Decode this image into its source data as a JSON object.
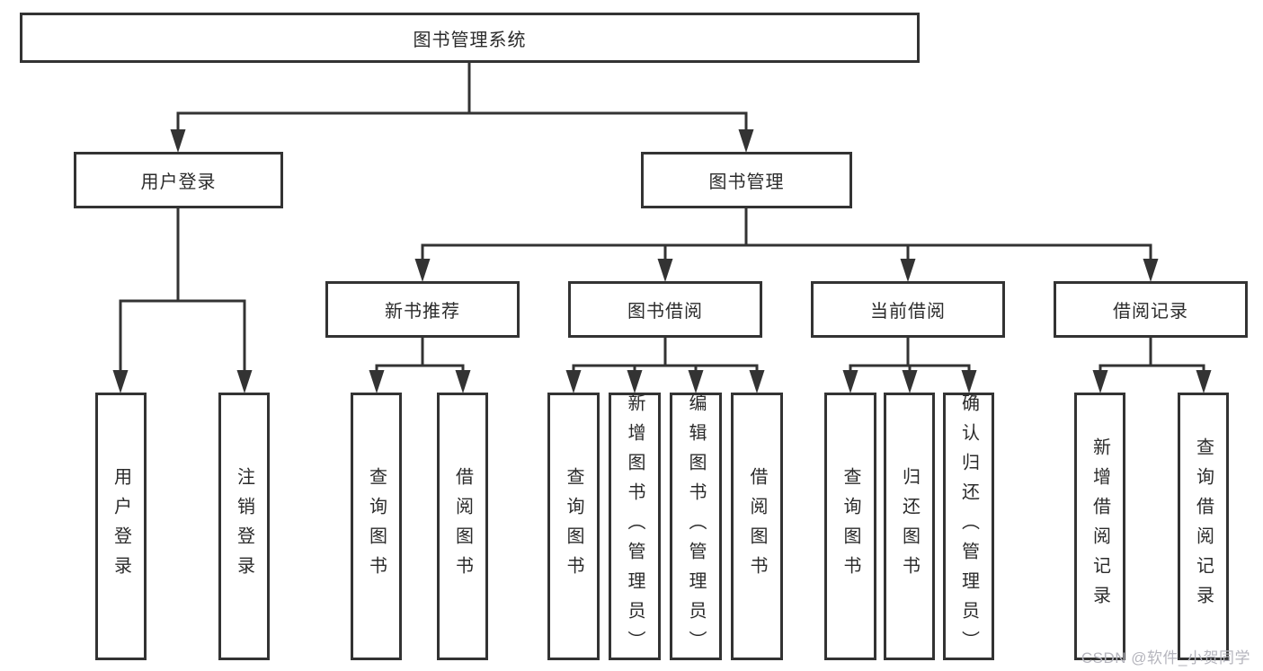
{
  "diagram": {
    "root": {
      "id": "root",
      "label": "图书管理系统",
      "children": [
        {
          "id": "user-login",
          "label": "用户登录",
          "children": [
            {
              "id": "ul-login",
              "label": "用户登录"
            },
            {
              "id": "ul-logout",
              "label": "注销登录"
            }
          ]
        },
        {
          "id": "book-mgmt",
          "label": "图书管理",
          "children": [
            {
              "id": "new-book-rec",
              "label": "新书推荐",
              "children": [
                {
                  "id": "nbr-query",
                  "label": "查询图书"
                },
                {
                  "id": "nbr-borrow",
                  "label": "借阅图书"
                }
              ]
            },
            {
              "id": "book-borrow",
              "label": "图书借阅",
              "children": [
                {
                  "id": "bb-query",
                  "label": "查询图书"
                },
                {
                  "id": "bb-add",
                  "label": "新增图书（管理员）"
                },
                {
                  "id": "bb-edit",
                  "label": "编辑图书（管理员）"
                },
                {
                  "id": "bb-borrow",
                  "label": "借阅图书"
                }
              ]
            },
            {
              "id": "current-borrow",
              "label": "当前借阅",
              "children": [
                {
                  "id": "cb-query",
                  "label": "查询图书"
                },
                {
                  "id": "cb-return",
                  "label": "归还图书"
                },
                {
                  "id": "cb-confirm",
                  "label": "确认归还（管理员）"
                }
              ]
            },
            {
              "id": "borrow-records",
              "label": "借阅记录",
              "children": [
                {
                  "id": "br-add",
                  "label": "新增借阅记录"
                },
                {
                  "id": "br-query",
                  "label": "查询借阅记录"
                }
              ]
            }
          ]
        }
      ]
    },
    "watermark": "CSDN @软件_小贺同学",
    "colors": {
      "line": "#333333",
      "text": "#2b2b2b",
      "watermark": "#b5b5bd",
      "background": "#ffffff"
    }
  }
}
